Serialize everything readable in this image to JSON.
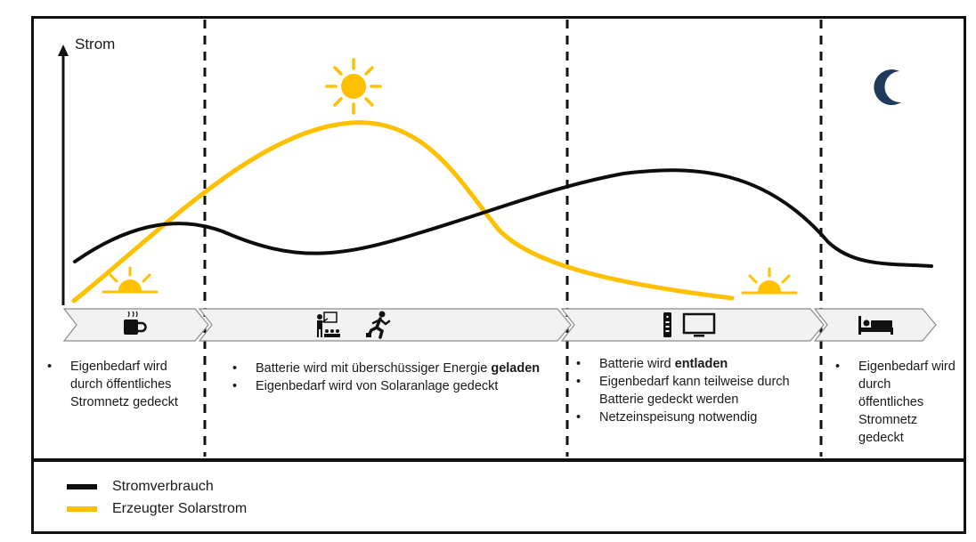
{
  "axis": {
    "y_label": "Strom"
  },
  "colors": {
    "consumption": "#0d0d0d",
    "solar": "#ffc000",
    "moon": "#1f3a5a",
    "phase_fill": "#f2f2f2"
  },
  "phases": [
    {
      "icon": "coffee-cup-icon",
      "bullets": [
        "Eigenbedarf wird durch öffentliches Stromnetz gedeckt"
      ]
    },
    {
      "icon": "presentation-and-running-person-icon",
      "bullets": [
        {
          "pre": "Batterie wird mit überschüssiger Energie",
          "bold": "geladen"
        },
        "Eigenbedarf wird von Solaranlage gedeckt"
      ]
    },
    {
      "icon": "remote-and-tv-icon",
      "bullets": [
        {
          "pre": "Batterie wird",
          "bold": "entladen"
        },
        "Eigenbedarf kann teilweise durch Batterie gedeckt werden",
        "Netzeinspeisung notwendig"
      ]
    },
    {
      "icon": "bed-icon",
      "bullets": [
        "Eigenbedarf wird durch öffentliches Stromnetz gedeckt"
      ]
    }
  ],
  "bullet_char": "•",
  "legend": [
    {
      "label": "Stromverbrauch",
      "color": "#0d0d0d"
    },
    {
      "label": "Erzeugter Solarstrom",
      "color": "#ffc000"
    }
  ]
}
